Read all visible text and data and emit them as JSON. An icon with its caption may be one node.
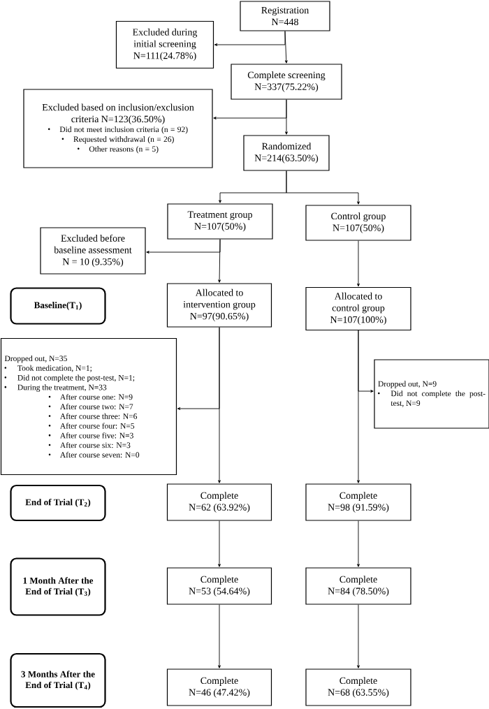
{
  "diagram": {
    "nodes": [
      {
        "text": [
          "Registration",
          "N=448"
        ]
      },
      {
        "text": [
          "Excluded during initial screening",
          "N=111(24.78%)"
        ]
      },
      {
        "text": [
          "Complete screening",
          "N=337(75.22%)"
        ]
      },
      {
        "text": [
          "Excluded based on inclusion/exclusion criteria N=123(36.50%)",
          "Did not meet inclusion criteria (n = 92)",
          "Requested withdrawal (n = 26)",
          "Other reasons (n = 5)"
        ]
      },
      {
        "text": [
          "Randomized",
          "N=214(63.50%)"
        ]
      },
      {
        "text": [
          "Treatment group",
          "N=107(50%)"
        ]
      },
      {
        "text": [
          "Control group",
          "N=107(50%)"
        ]
      },
      {
        "text": [
          "Excluded before baseline assessment",
          "N = 10 (9.35%)"
        ]
      },
      {
        "text": [
          "Baseline(T$_{1}$)"
        ]
      },
      {
        "text": [
          "Allocated to intervention group",
          "N=97(90.65%)"
        ]
      },
      {
        "text": [
          "Allocated to control group",
          "N=107(100%)"
        ]
      },
      {
        "text": [
          "Dropped out, N=35",
          "Took medication, N=1;",
          "Did not complete the post-test, N=1;",
          "During the treatment, N=33",
          "After course one: N=9",
          "After course two: N=7",
          "After course three: N=6",
          "After course four: N=5",
          "After course five: N=3",
          "After course six: N=3",
          "After course seven: N=0"
        ]
      },
      {
        "text": [
          "Dropped out, N=9",
          "Did not complete the post-test, N=9"
        ]
      },
      {
        "text": [
          "End of Trial (T$_{2}$)"
        ]
      },
      {
        "text": [
          "Complete",
          "N=62 (63.92%)"
        ]
      },
      {
        "text": [
          "Complete",
          "N=98 (91.59%)"
        ]
      },
      {
        "text": [
          "1 Month After the End of Trial (T$_{3}$)"
        ]
      },
      {
        "text": [
          "Complete",
          "N=53 (54.64%)"
        ]
      },
      {
        "text": [
          "Complete",
          "N=84 (78.50%)"
        ]
      },
      {
        "text": [
          "3 Months After the End of Trial (T$_{4}$)"
        ]
      },
      {
        "text": [
          "Complete",
          "N=46 (47.42%)"
        ]
      },
      {
        "text": [
          "Complete",
          "N=68 (63.55%)"
        ]
      }
    ],
    "edges": [
      {
        "from": 0,
        "to": 2,
        "arrow": "to"
      },
      {
        "from": 0,
        "to": 1,
        "arrow": "to"
      },
      {
        "from": 2,
        "to": 4,
        "arrow": "to"
      },
      {
        "from": 2,
        "to": 3,
        "arrow": "to"
      },
      {
        "from": 4,
        "to": 5,
        "arrow": "to"
      },
      {
        "from": 4,
        "to": 6,
        "arrow": "to"
      },
      {
        "from": 5,
        "to": 9,
        "arrow": "to"
      },
      {
        "from": 5,
        "to": 7,
        "arrow": "to"
      },
      {
        "from": 6,
        "to": 10,
        "arrow": "to"
      },
      {
        "from": 9,
        "to": 14,
        "arrow": "to"
      },
      {
        "from": 9,
        "to": 11,
        "arrow": "to"
      },
      {
        "from": 10,
        "to": 15,
        "arrow": "to"
      },
      {
        "from": 10,
        "to": 12,
        "arrow": "to"
      },
      {
        "from": 14,
        "to": 17,
        "arrow": "to"
      },
      {
        "from": 15,
        "to": 18,
        "arrow": "to"
      },
      {
        "from": 17,
        "to": 20,
        "arrow": "to"
      },
      {
        "from": 18,
        "to": 21,
        "arrow": "to"
      }
    ]
  }
}
